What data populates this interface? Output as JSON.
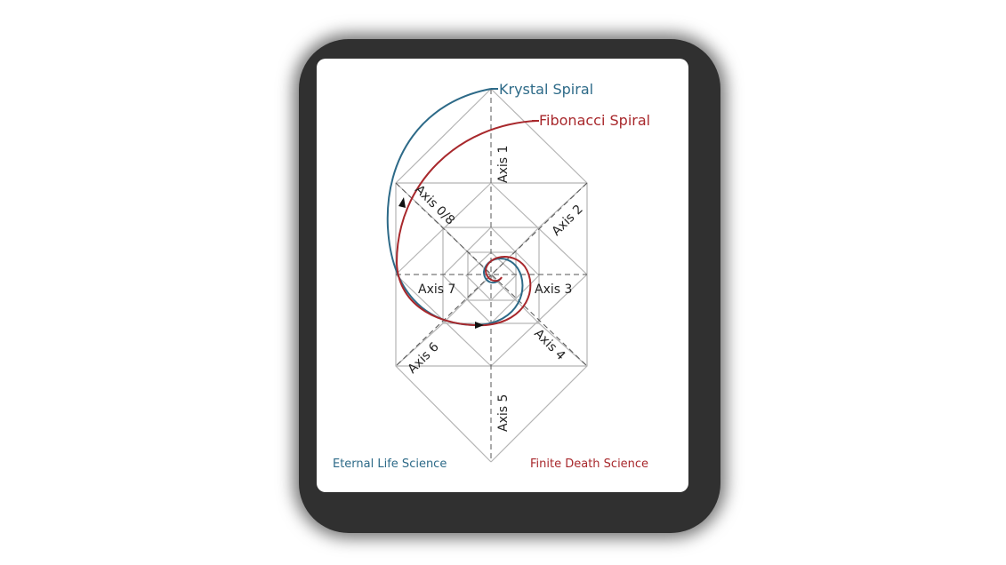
{
  "labels": {
    "krystal_spiral": "Krystal Spiral",
    "fibonacci_spiral": "Fibonacci Spiral",
    "eternal_life": "Eternal Life Science",
    "finite_death": "Finite Death Science"
  },
  "axes": {
    "axis_0_8": "Axis 0/8",
    "axis_1": "Axis 1",
    "axis_2": "Axis 2",
    "axis_3": "Axis 3",
    "axis_4": "Axis 4",
    "axis_5": "Axis 5",
    "axis_6": "Axis 6",
    "axis_7": "Axis 7"
  },
  "colors": {
    "krystal": "#2d6a88",
    "fibonacci": "#a8282c",
    "frame": "#303030"
  }
}
